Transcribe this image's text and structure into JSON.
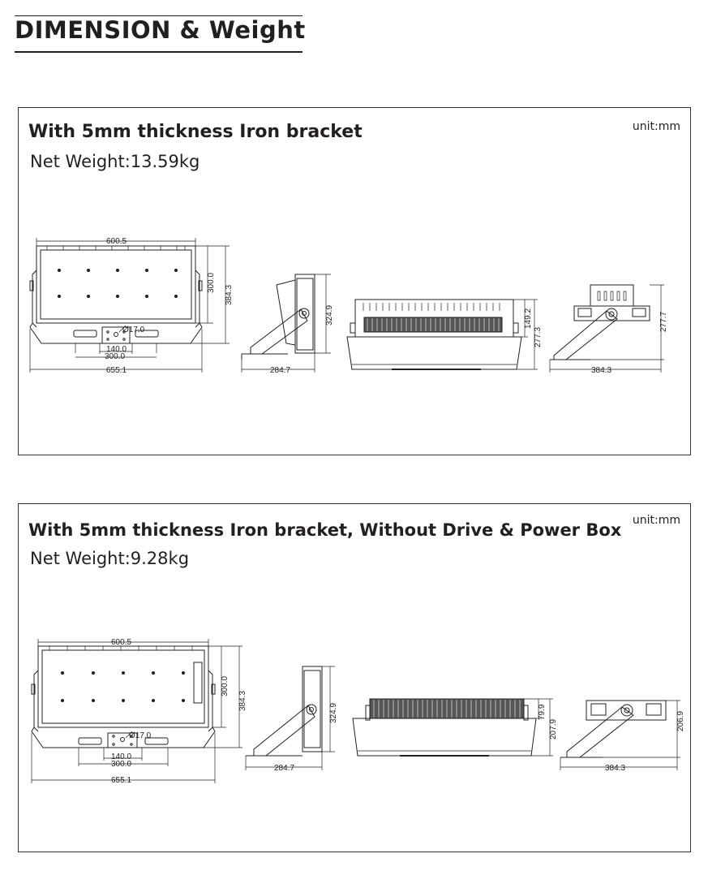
{
  "page": {
    "title": "DIMENSION & Weight"
  },
  "panels": [
    {
      "title": "With 5mm thickness Iron bracket",
      "net_weight": "Net Weight:13.59kg",
      "unit": "unit:mm",
      "dimensions": {
        "front_width_inner": "600.5",
        "front_height_inner": "300.0",
        "front_height_total": "384.3",
        "front_hole": "Ø17.0",
        "front_slot_140": "140.0",
        "front_slot_300": "300.0",
        "front_width_total": "655.1",
        "side_height": "324.9",
        "side_depth": "284.7",
        "back_height_1": "149.2",
        "back_height_2": "277.3",
        "top_height": "277.7",
        "top_depth": "384.3"
      }
    },
    {
      "title": "With 5mm thickness Iron bracket, Without Drive & Power Box",
      "net_weight": "Net Weight:9.28kg",
      "unit": "unit:mm",
      "dimensions": {
        "front_width_inner": "600.5",
        "front_height_inner": "300.0",
        "front_height_total": "384.3",
        "front_hole": "Ø17.0",
        "front_slot_140": "140.0",
        "front_slot_300": "300.0",
        "front_width_total": "655.1",
        "side_height": "324.9",
        "side_depth": "284.7",
        "back_height_1": "79.9",
        "back_height_2": "207.9",
        "top_height": "206.9",
        "top_depth": "384.3"
      }
    }
  ]
}
